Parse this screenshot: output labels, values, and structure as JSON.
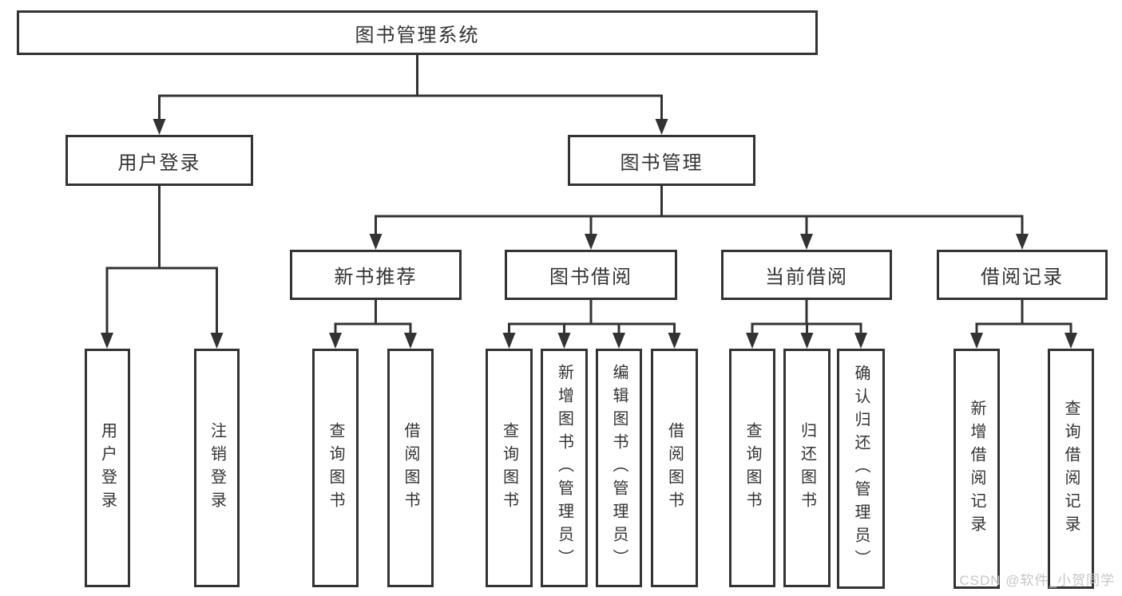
{
  "diagram": {
    "root": {
      "label": "图书管理系统"
    },
    "branches": [
      {
        "label": "用户登录",
        "leaves": [
          "用户登录",
          "注销登录"
        ]
      },
      {
        "label": "图书管理",
        "groups": [
          {
            "label": "新书推荐",
            "leaves": [
              "查询图书",
              "借阅图书"
            ]
          },
          {
            "label": "图书借阅",
            "leaves": [
              "查询图书",
              "新增图书（管理员）",
              "编辑图书（管理员）",
              "借阅图书"
            ]
          },
          {
            "label": "当前借阅",
            "leaves": [
              "查询图书",
              "归还图书",
              "确认归还（管理员）"
            ]
          },
          {
            "label": "借阅记录",
            "leaves": [
              "新增借阅记录",
              "查询借阅记录"
            ]
          }
        ]
      }
    ]
  },
  "watermark": {
    "text": "CSDN @软件_小贺同学"
  },
  "colors": {
    "line": "#333333",
    "box_border": "#333333",
    "box_bg": "#ffffff",
    "text": "#333333",
    "background": "#ffffff",
    "watermark": "#c6c6c6"
  }
}
